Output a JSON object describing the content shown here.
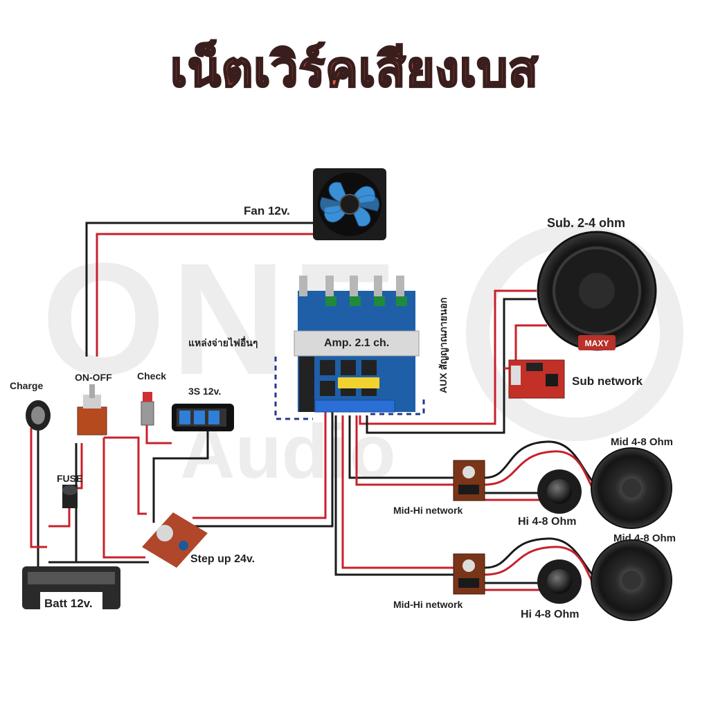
{
  "title": "เน็ตเวิร์คเสียงเบส",
  "watermark": {
    "brand": "ONE",
    "sub": "Audio"
  },
  "labels": {
    "fan": "Fan 12v.",
    "sub": "Sub. 2-4 ohm",
    "other_power": "แหล่งจ่ายไฟอื่นๆ",
    "amp": "Amp. 2.1 ch.",
    "aux": "AUX สัญญาณภายนอก",
    "sub_network": "Sub network",
    "charge": "Charge",
    "on_off": "ON-OFF",
    "check": "Check",
    "battery_indicator": "3S 12v.",
    "fuse": "FUSE",
    "mid_top": "Mid 4-8 Ohm",
    "mid_hi_network_top": "Mid-Hi network",
    "hi_top": "Hi 4-8 Ohm",
    "step_up": "Step up 24v.",
    "mid_bottom": "Mid 4-8 Ohm",
    "batt": "Batt 12v.",
    "mid_hi_network_bottom": "Mid-Hi network",
    "hi_bottom": "Hi 4-8 Ohm"
  },
  "component_brand": "MAXY",
  "colors": {
    "title_fill": "#ef5a3a",
    "title_outline": "#3a1e1e",
    "wire_red": "#c8202a",
    "wire_black": "#1a1a1a",
    "dashed_box": "#1f3a8a",
    "amp_board": "#1e5fa8",
    "fan_blade": "#3b8fd6",
    "battery_indicator_bar": "#2f7fd8"
  }
}
